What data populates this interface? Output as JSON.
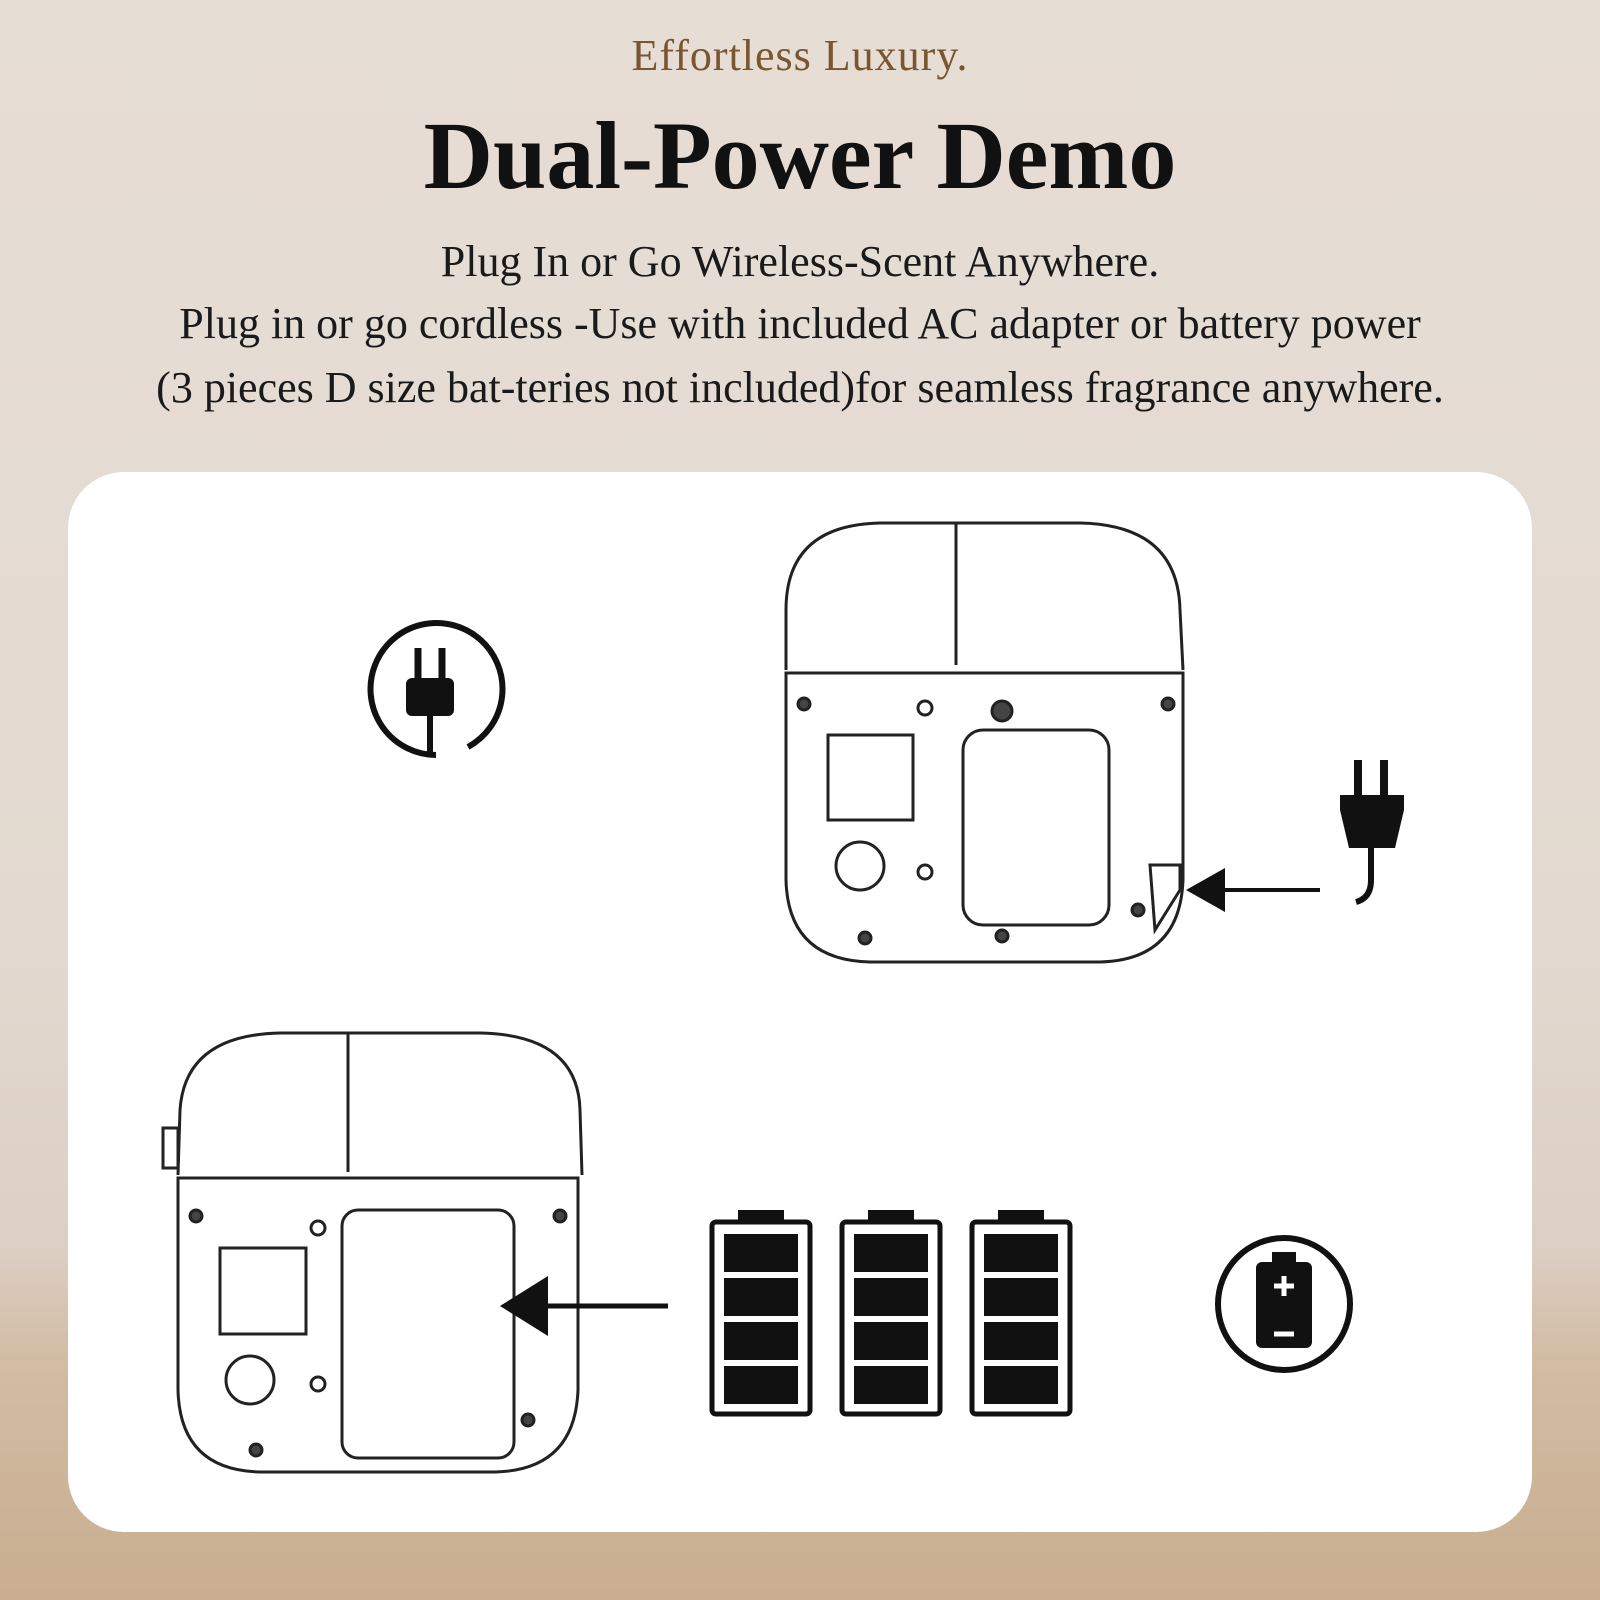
{
  "header": {
    "tagline": "Effortless Luxury.",
    "title": "Dual-Power Demo",
    "subtitle": "Plug In or Go Wireless-Scent Anywhere.",
    "description_line1": "Plug in or go cordless -Use with included AC adapter or battery power",
    "description_line2": "(3 pieces D size bat-teries not included)for seamless fragrance anywhere."
  },
  "diagram": {
    "icons": [
      "plug-circle-icon",
      "device-back-icon",
      "plug-icon",
      "arrow-left-icon",
      "battery-icon",
      "battery-circle-icon"
    ],
    "battery_count": 3
  },
  "colors": {
    "accent": "#7a5530",
    "ink": "#111111"
  }
}
